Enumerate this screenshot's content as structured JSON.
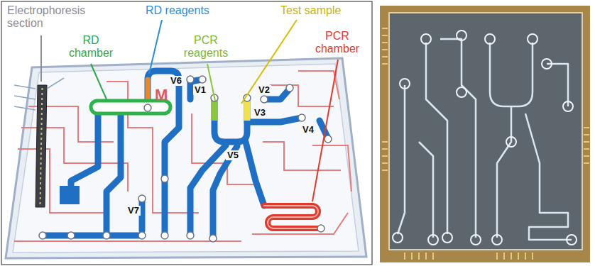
{
  "diagram": {
    "labels": [
      "Electrophoresis section",
      "RD reagents",
      "Test sample",
      "RD chamber",
      "PCR reagents",
      "PCR chamber",
      "V6",
      "V1",
      "V2",
      "V3",
      "V4",
      "V5",
      "V7",
      "M"
    ]
  }
}
